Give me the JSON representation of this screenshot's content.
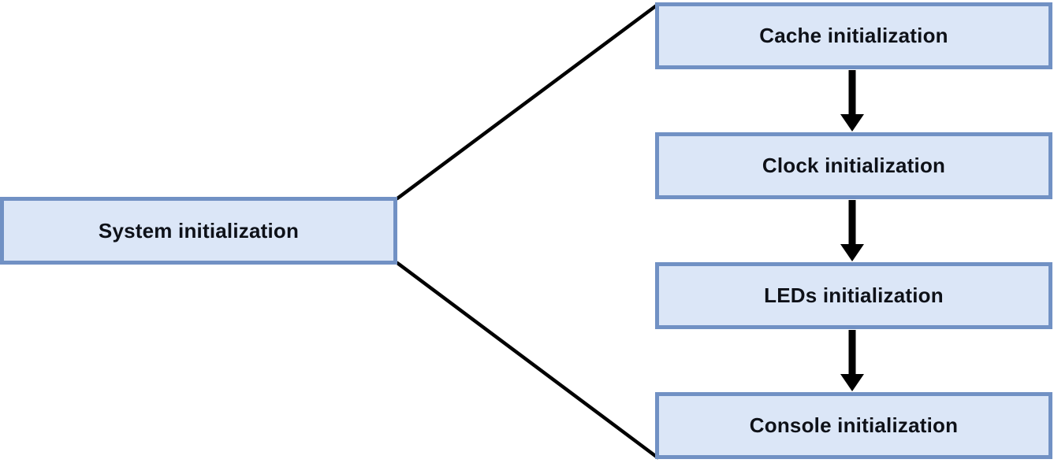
{
  "diagram": {
    "type": "flowchart",
    "root": {
      "label": "System initialization"
    },
    "steps": [
      {
        "label": "Cache initialization"
      },
      {
        "label": "Clock initialization"
      },
      {
        "label": "LEDs initialization"
      },
      {
        "label": "Console initialization"
      }
    ],
    "flow": "System initialization branches to Cache initialization (top) and Console initialization (bottom); Cache -> Clock -> LEDs -> Console via downward arrows"
  },
  "colors": {
    "box_fill": "#dbe6f7",
    "box_border": "#7191c4",
    "connector": "#000000",
    "text": "#0e1118",
    "background": "#ffffff"
  }
}
